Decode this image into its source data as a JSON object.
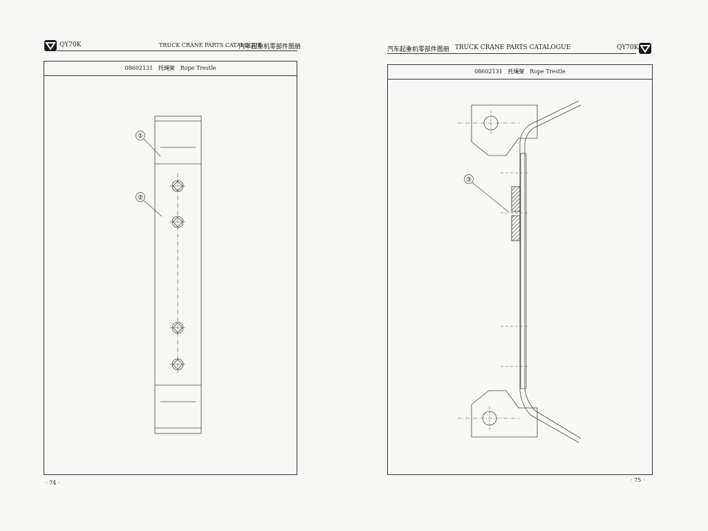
{
  "left_page": {
    "model": "QY70K",
    "catalogue_title": "TRUCK CRANE PARTS CATALOGUE",
    "catalogue_title_cn": "汽车起重机零部件图册",
    "part_number": "08602131",
    "part_name_cn": "托绳架",
    "part_name_en": "Rope Trestle",
    "page_number": "· 74 ·",
    "callouts": [
      "①",
      "②"
    ]
  },
  "right_page": {
    "model": "QY70K",
    "catalogue_title": "TRUCK CRANE PARTS CATALOGUE",
    "catalogue_title_cn": "汽车起重机零部件图册",
    "part_number": "08602131",
    "part_name_cn": "托绳架",
    "part_name_en": "Rope Trestle",
    "page_number": "· 75 ·",
    "callouts": [
      "③"
    ]
  },
  "icons": [
    "brand-logo-icon"
  ]
}
